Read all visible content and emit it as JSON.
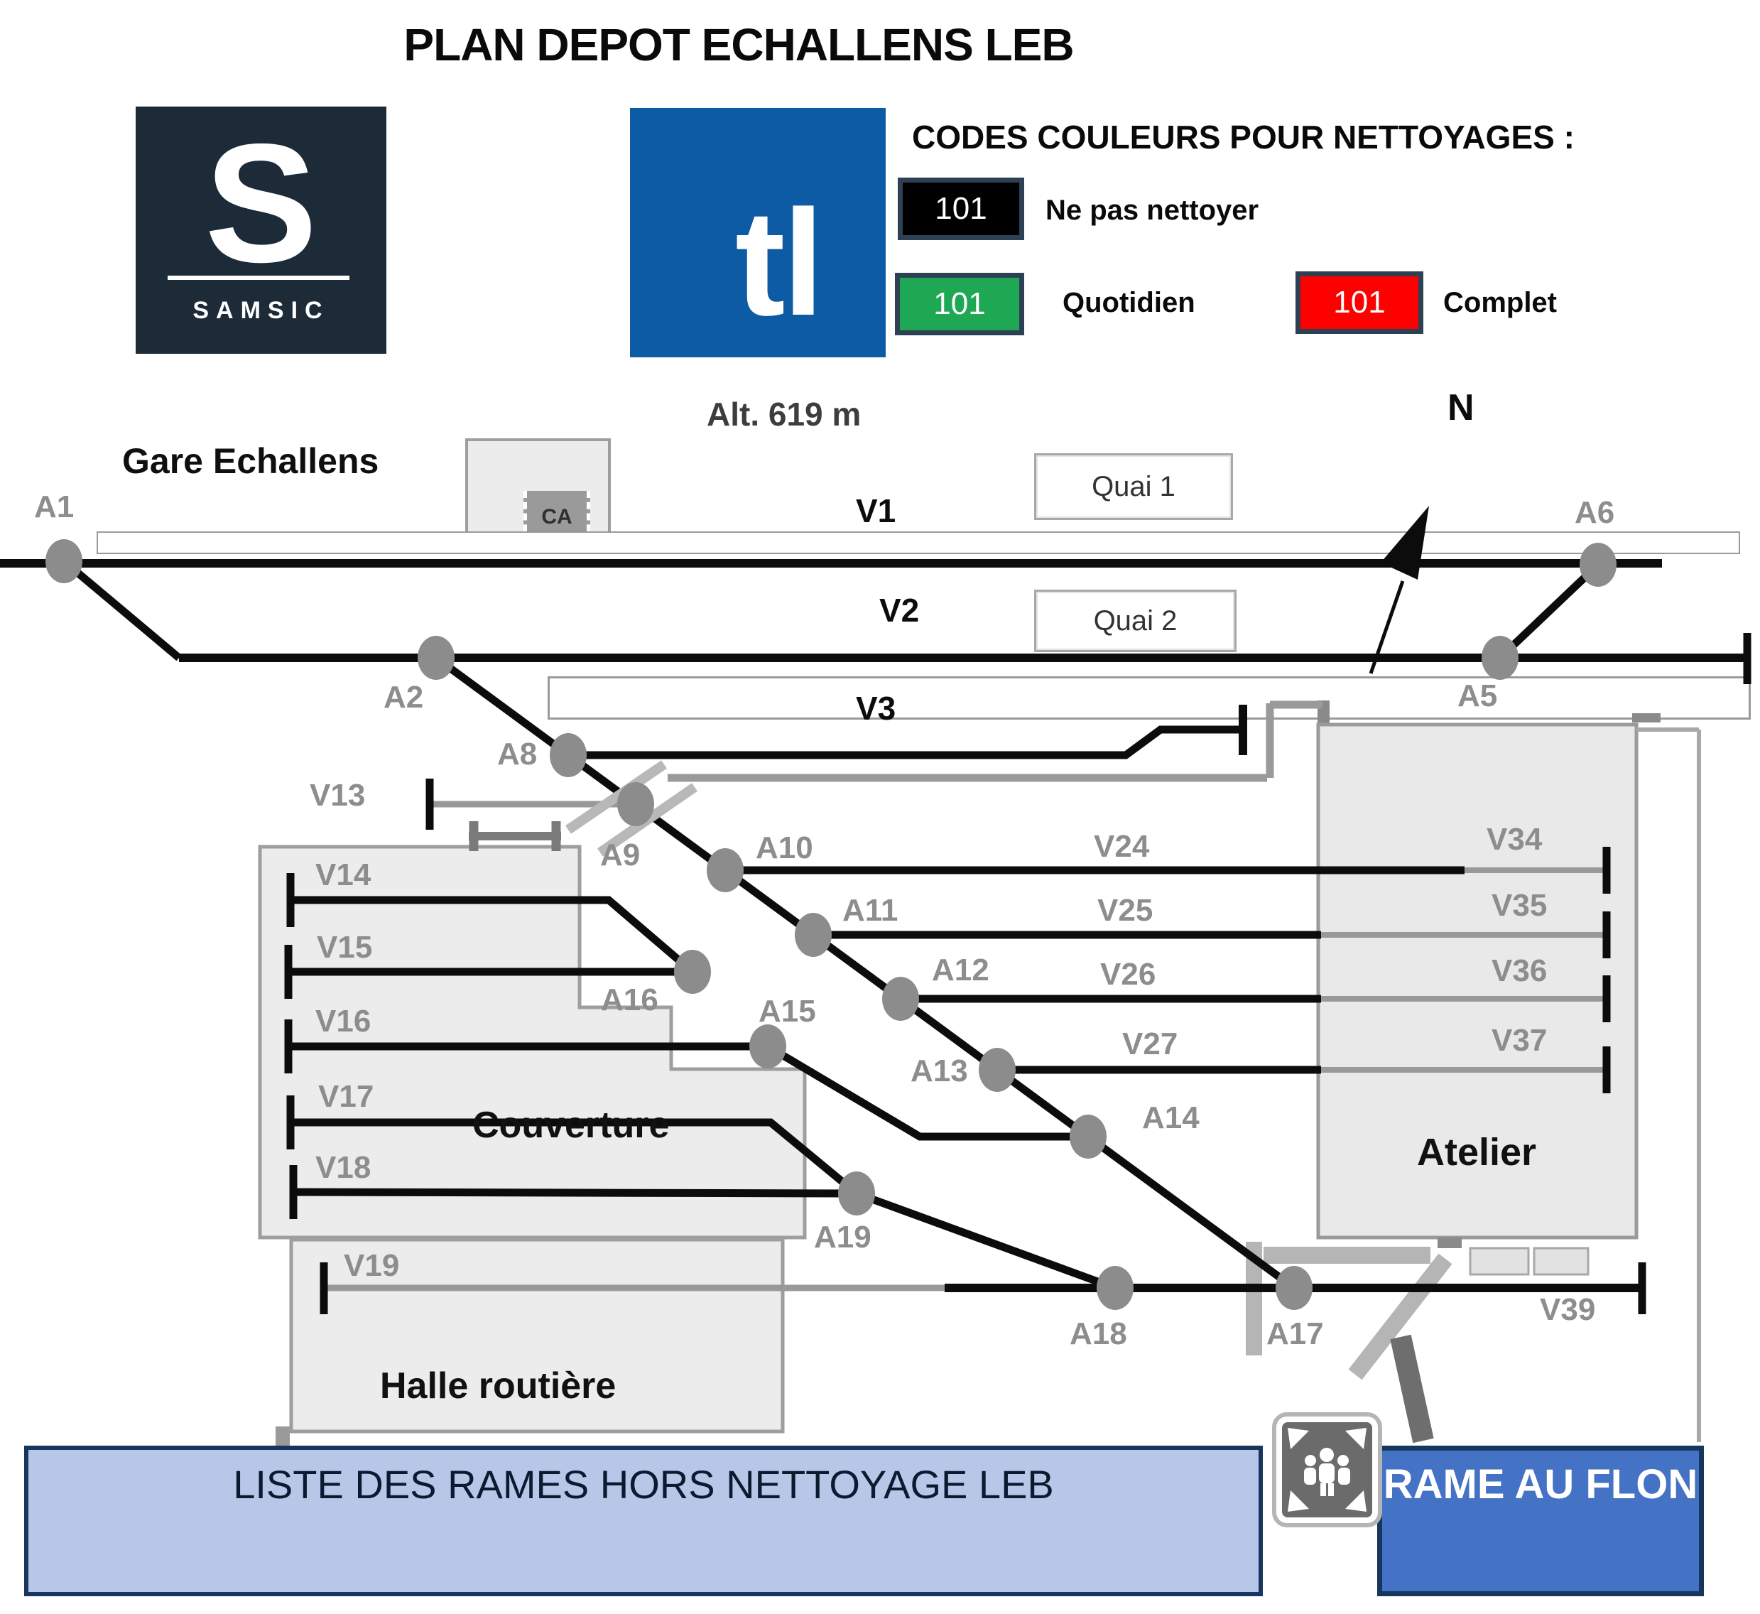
{
  "title": "PLAN DEPOT ECHALLENS LEB",
  "logos": {
    "samsic_letter": "S",
    "samsic_name": "SAMSIC",
    "tl": "tl",
    "samsic_bg": "#1d2b38",
    "tl_bg": "#0d5aa5"
  },
  "legend": {
    "title": "CODES COULEURS POUR NETTOYAGES :",
    "items": [
      {
        "code": "101",
        "label": "Ne pas nettoyer",
        "color": "#000000"
      },
      {
        "code": "101",
        "label": "Quotidien",
        "color": "#1fa853"
      },
      {
        "code": "101",
        "label": "Complet",
        "color": "#fe0000"
      }
    ]
  },
  "plan": {
    "altitude": "Alt. 619 m",
    "station": "Gare Echallens",
    "north": "N",
    "ca": "CA",
    "quai1": "Quai 1",
    "quai2": "Quai 2",
    "couverture": "Couverture",
    "halle": "Halle routière",
    "atelier": "Atelier"
  },
  "labels": {
    "v1": "V1",
    "v2": "V2",
    "v3": "V3",
    "v13": "V13",
    "v14": "V14",
    "v15": "V15",
    "v16": "V16",
    "v17": "V17",
    "v18": "V18",
    "v19": "V19",
    "v24": "V24",
    "v25": "V25",
    "v26": "V26",
    "v27": "V27",
    "v34": "V34",
    "v35": "V35",
    "v36": "V36",
    "v37": "V37",
    "v39": "V39",
    "a1": "A1",
    "a2": "A2",
    "a5": "A5",
    "a6": "A6",
    "a8": "A8",
    "a9": "A9",
    "a10": "A10",
    "a11": "A11",
    "a12": "A12",
    "a13": "A13",
    "a14": "A14",
    "a15": "A15",
    "a16": "A16",
    "a17": "A17",
    "a18": "A18",
    "a19": "A19"
  },
  "footer": {
    "liste": "LISTE DES RAMES HORS NETTOYAGE LEB",
    "rame": "RAME AU FLON",
    "liste_bg": "#b6c7e8",
    "rame_bg": "#4472c4",
    "border": "#17365d"
  }
}
